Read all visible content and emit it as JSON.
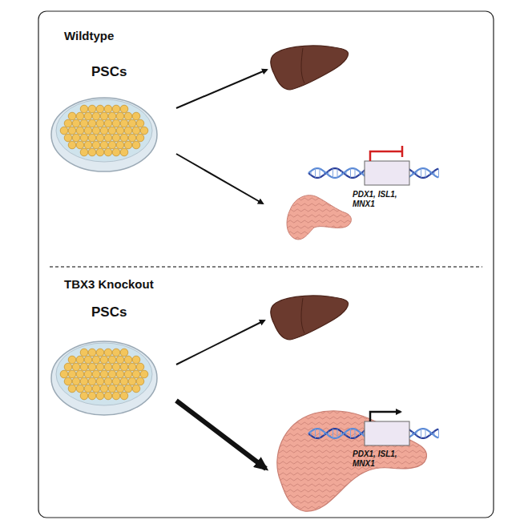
{
  "diagram": {
    "labels": [
      "Wildtype",
      "PSCs",
      "PDX1, ISL1, MNX1",
      "TBX3 Knockout",
      "PSCs",
      "PDX1, ISL1, MNX1"
    ]
  }
}
